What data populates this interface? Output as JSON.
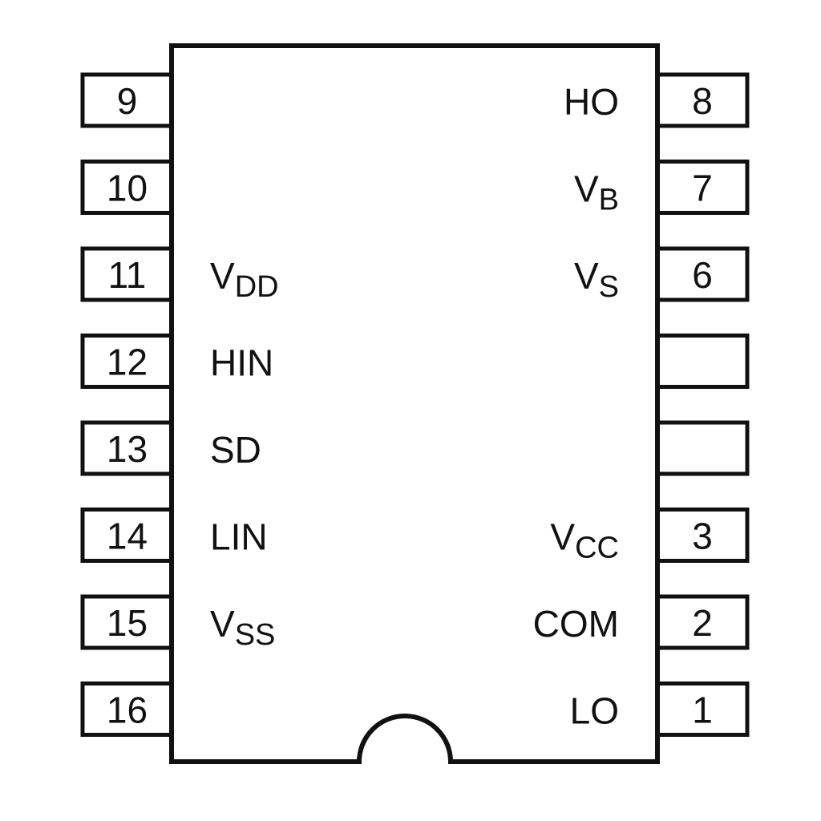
{
  "diagram": {
    "type": "ic-pinout",
    "package": "16-pin dual inline (top view, notch at bottom)",
    "left_pins": [
      {
        "number": "9",
        "label": "",
        "label_main": "",
        "label_sub": ""
      },
      {
        "number": "10",
        "label": "",
        "label_main": "",
        "label_sub": ""
      },
      {
        "number": "11",
        "label": "VDD",
        "label_main": "V",
        "label_sub": "DD"
      },
      {
        "number": "12",
        "label": "HIN",
        "label_main": "HIN",
        "label_sub": ""
      },
      {
        "number": "13",
        "label": "SD",
        "label_main": "SD",
        "label_sub": ""
      },
      {
        "number": "14",
        "label": "LIN",
        "label_main": "LIN",
        "label_sub": ""
      },
      {
        "number": "15",
        "label": "VSS",
        "label_main": "V",
        "label_sub": "SS"
      },
      {
        "number": "16",
        "label": "",
        "label_main": "",
        "label_sub": ""
      }
    ],
    "right_pins": [
      {
        "number": "8",
        "label": "HO",
        "label_main": "HO",
        "label_sub": ""
      },
      {
        "number": "7",
        "label": "VB",
        "label_main": "V",
        "label_sub": "B"
      },
      {
        "number": "6",
        "label": "VS",
        "label_main": "V",
        "label_sub": "S"
      },
      {
        "number": "",
        "label": "",
        "label_main": "",
        "label_sub": ""
      },
      {
        "number": "",
        "label": "",
        "label_main": "",
        "label_sub": ""
      },
      {
        "number": "3",
        "label": "VCC",
        "label_main": "V",
        "label_sub": "CC"
      },
      {
        "number": "2",
        "label": "COM",
        "label_main": "COM",
        "label_sub": ""
      },
      {
        "number": "1",
        "label": "LO",
        "label_main": "LO",
        "label_sub": ""
      }
    ],
    "colors": {
      "line": "#111111",
      "background": "#ffffff"
    }
  }
}
